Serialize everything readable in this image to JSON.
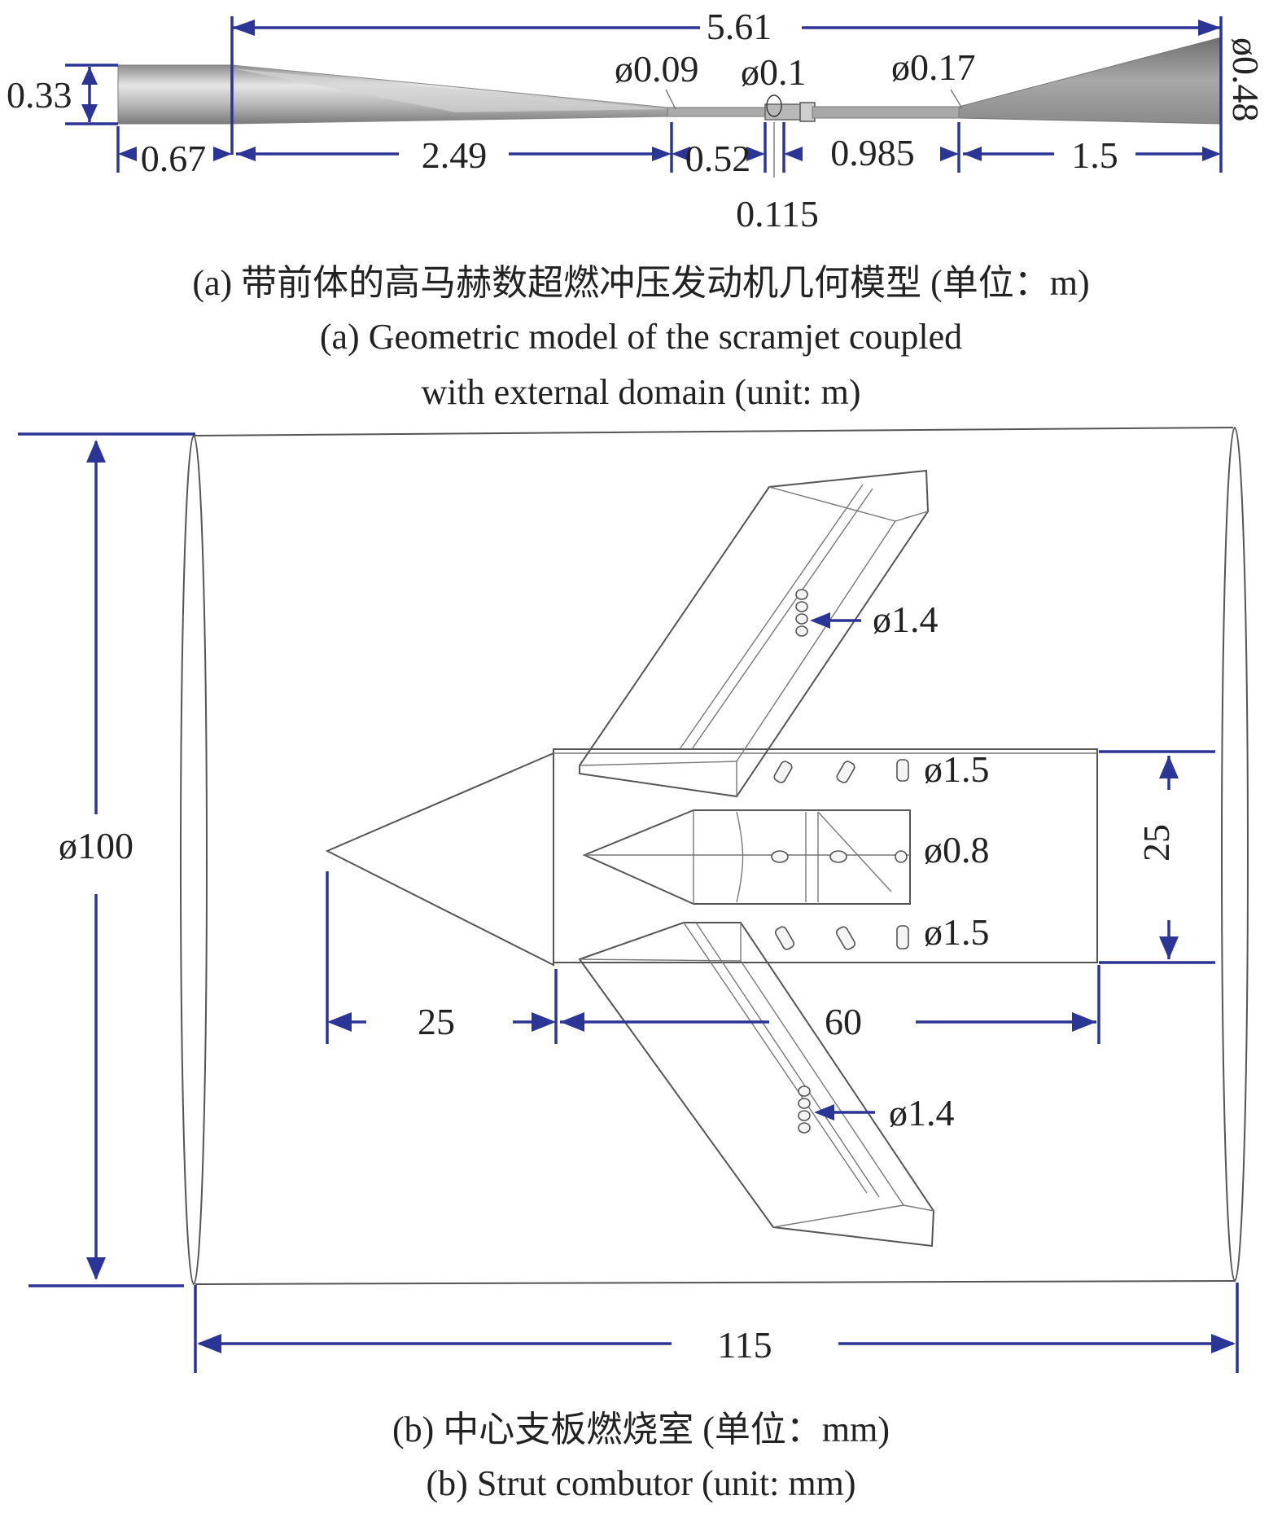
{
  "panel_a": {
    "dims": {
      "total_length": "5.61",
      "inlet_height": "0.33",
      "d_throat": "ø0.09",
      "d_injector": "ø0.1",
      "d_combustor_exit": "ø0.17",
      "d_nozzle_exit": "ø0.48",
      "len_forebody": "0.67",
      "len_inlet": "2.49",
      "len_isolator": "0.52",
      "len_injector": "0.115",
      "len_combustor": "0.985",
      "len_nozzle": "1.5"
    },
    "caption_cn": "(a) 带前体的高马赫数超燃冲压发动机几何模型 (单位：m)",
    "caption_en_line1": "(a) Geometric model of the scramjet coupled",
    "caption_en_line2": "with external domain (unit: m)"
  },
  "panel_b": {
    "dims": {
      "domain_diameter": "ø100",
      "domain_length": "115",
      "nose_length": "25",
      "body_length": "60",
      "body_height": "25",
      "inj_upper_wing": "ø1.4",
      "inj_upper_row": "ø1.5",
      "inj_center": "ø0.8",
      "inj_lower_row": "ø1.5",
      "inj_lower_wing": "ø1.4"
    },
    "caption_cn": "(b) 中心支板燃烧室 (单位：mm)",
    "caption_en": "(b) Strut combutor (unit: mm)"
  },
  "colors": {
    "dimension_line": "#2b3595",
    "model_gray": "#9a9a9a"
  }
}
